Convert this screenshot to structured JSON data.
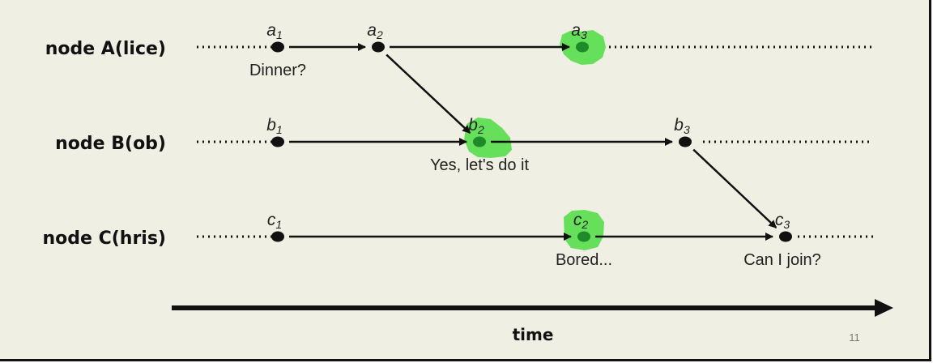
{
  "nodes": [
    {
      "id": "A",
      "label": "node A(lice)"
    },
    {
      "id": "B",
      "label": "node B(ob)"
    },
    {
      "id": "C",
      "label": "node C(hris)"
    }
  ],
  "events": [
    {
      "id": "a1",
      "letter": "a",
      "sub": "1",
      "highlighted": false
    },
    {
      "id": "a2",
      "letter": "a",
      "sub": "2",
      "highlighted": false
    },
    {
      "id": "a3",
      "letter": "a",
      "sub": "3",
      "highlighted": true
    },
    {
      "id": "b1",
      "letter": "b",
      "sub": "1",
      "highlighted": false
    },
    {
      "id": "b2",
      "letter": "b",
      "sub": "2",
      "highlighted": true
    },
    {
      "id": "b3",
      "letter": "b",
      "sub": "3",
      "highlighted": false
    },
    {
      "id": "c1",
      "letter": "c",
      "sub": "1",
      "highlighted": false
    },
    {
      "id": "c2",
      "letter": "c",
      "sub": "2",
      "highlighted": true
    },
    {
      "id": "c3",
      "letter": "c",
      "sub": "3",
      "highlighted": false
    }
  ],
  "messages": [
    {
      "id": "a1",
      "text": "Dinner?"
    },
    {
      "id": "b2",
      "text": "Yes, let's do it"
    },
    {
      "id": "c2",
      "text": "Bored..."
    },
    {
      "id": "c3",
      "text": "Can I join?"
    }
  ],
  "edges": [
    {
      "from": "a1",
      "to": "a2"
    },
    {
      "from": "a2",
      "to": "a3"
    },
    {
      "from": "a2",
      "to": "b2"
    },
    {
      "from": "b1",
      "to": "b2"
    },
    {
      "from": "b2",
      "to": "b3"
    },
    {
      "from": "b3",
      "to": "c3"
    },
    {
      "from": "c1",
      "to": "c2"
    },
    {
      "from": "c2",
      "to": "c3"
    }
  ],
  "time_label": "time",
  "page_number": "11",
  "colors": {
    "background": "#f0efe3",
    "ink": "#111111",
    "highlight": "#66e05a",
    "highlight_dot": "#1f8a2a"
  }
}
